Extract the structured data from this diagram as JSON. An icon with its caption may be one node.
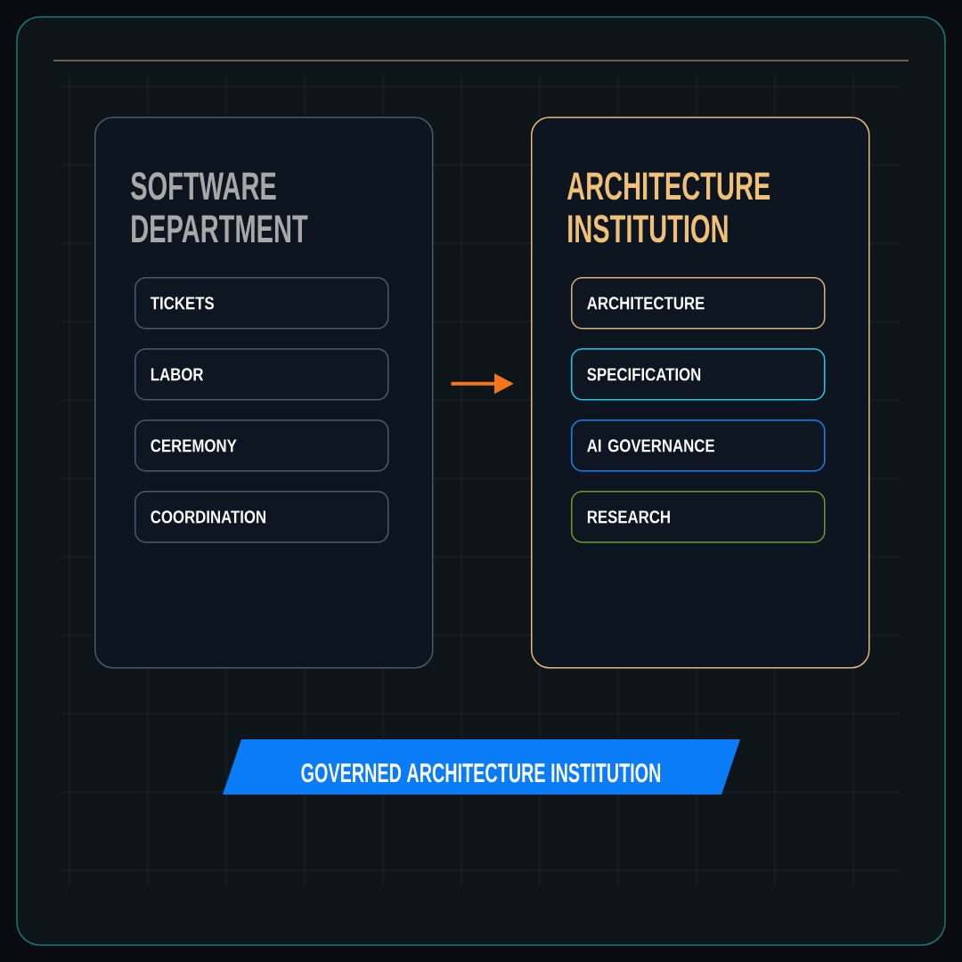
{
  "diagram": {
    "nodes": [
      {
        "text": [
          "SOFTWARE DEPARTMENT"
        ]
      },
      {
        "text": [
          "TICKETS"
        ],
        "in": 0
      },
      {
        "text": [
          "LABOR"
        ],
        "in": 0
      },
      {
        "text": [
          "CEREMONY"
        ],
        "in": 0
      },
      {
        "text": [
          "COORDINATION"
        ],
        "in": 0
      },
      {
        "text": [
          "ARCHITECTURE INSTITUTION"
        ]
      },
      {
        "text": [
          "ARCHITECTURE"
        ],
        "in": 5
      },
      {
        "text": [
          "SPECIFICATION"
        ],
        "in": 5
      },
      {
        "text": [
          "AI GOVERNANCE"
        ],
        "in": 5
      },
      {
        "text": [
          "RESEARCH"
        ],
        "in": 5
      },
      {
        "text": [
          "GOVERNED ARCHITECTURE INSTITUTION"
        ]
      }
    ],
    "edges": [
      {
        "from": 0,
        "to": 5,
        "arrow": "to",
        "color": "#f5761a"
      }
    ]
  }
}
